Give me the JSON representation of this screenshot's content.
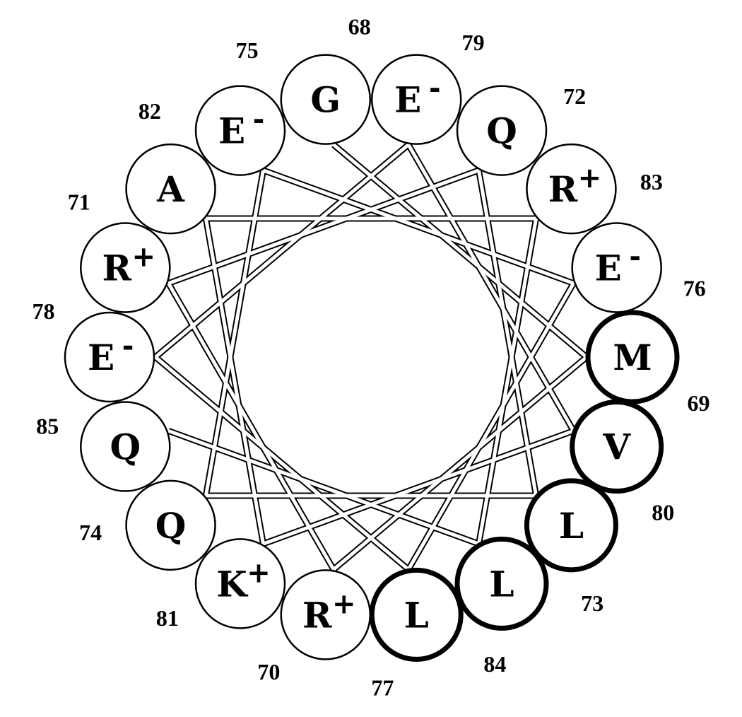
{
  "wheel": {
    "residues": [
      {
        "number": "68",
        "letter": "G",
        "charge": "",
        "hydrophobic": false
      },
      {
        "number": "69",
        "letter": "M",
        "charge": "",
        "hydrophobic": true
      },
      {
        "number": "70",
        "letter": "R",
        "charge": "+",
        "hydrophobic": false
      },
      {
        "number": "71",
        "letter": "R",
        "charge": "+",
        "hydrophobic": false
      },
      {
        "number": "72",
        "letter": "Q",
        "charge": "",
        "hydrophobic": false
      },
      {
        "number": "73",
        "letter": "L",
        "charge": "",
        "hydrophobic": true
      },
      {
        "number": "74",
        "letter": "Q",
        "charge": "",
        "hydrophobic": false
      },
      {
        "number": "75",
        "letter": "E",
        "charge": "-",
        "hydrophobic": false
      },
      {
        "number": "76",
        "letter": "E",
        "charge": "-",
        "hydrophobic": false
      },
      {
        "number": "77",
        "letter": "L",
        "charge": "",
        "hydrophobic": true
      },
      {
        "number": "78",
        "letter": "E",
        "charge": "-",
        "hydrophobic": false
      },
      {
        "number": "79",
        "letter": "E",
        "charge": "-",
        "hydrophobic": false
      },
      {
        "number": "80",
        "letter": "V",
        "charge": "",
        "hydrophobic": true
      },
      {
        "number": "81",
        "letter": "K",
        "charge": "+",
        "hydrophobic": false
      },
      {
        "number": "82",
        "letter": "A",
        "charge": "",
        "hydrophobic": false
      },
      {
        "number": "83",
        "letter": "R",
        "charge": "+",
        "hydrophobic": false
      },
      {
        "number": "84",
        "letter": "L",
        "charge": "",
        "hydrophobic": true
      },
      {
        "number": "85",
        "letter": "Q",
        "charge": "",
        "hydrophobic": false
      }
    ]
  }
}
